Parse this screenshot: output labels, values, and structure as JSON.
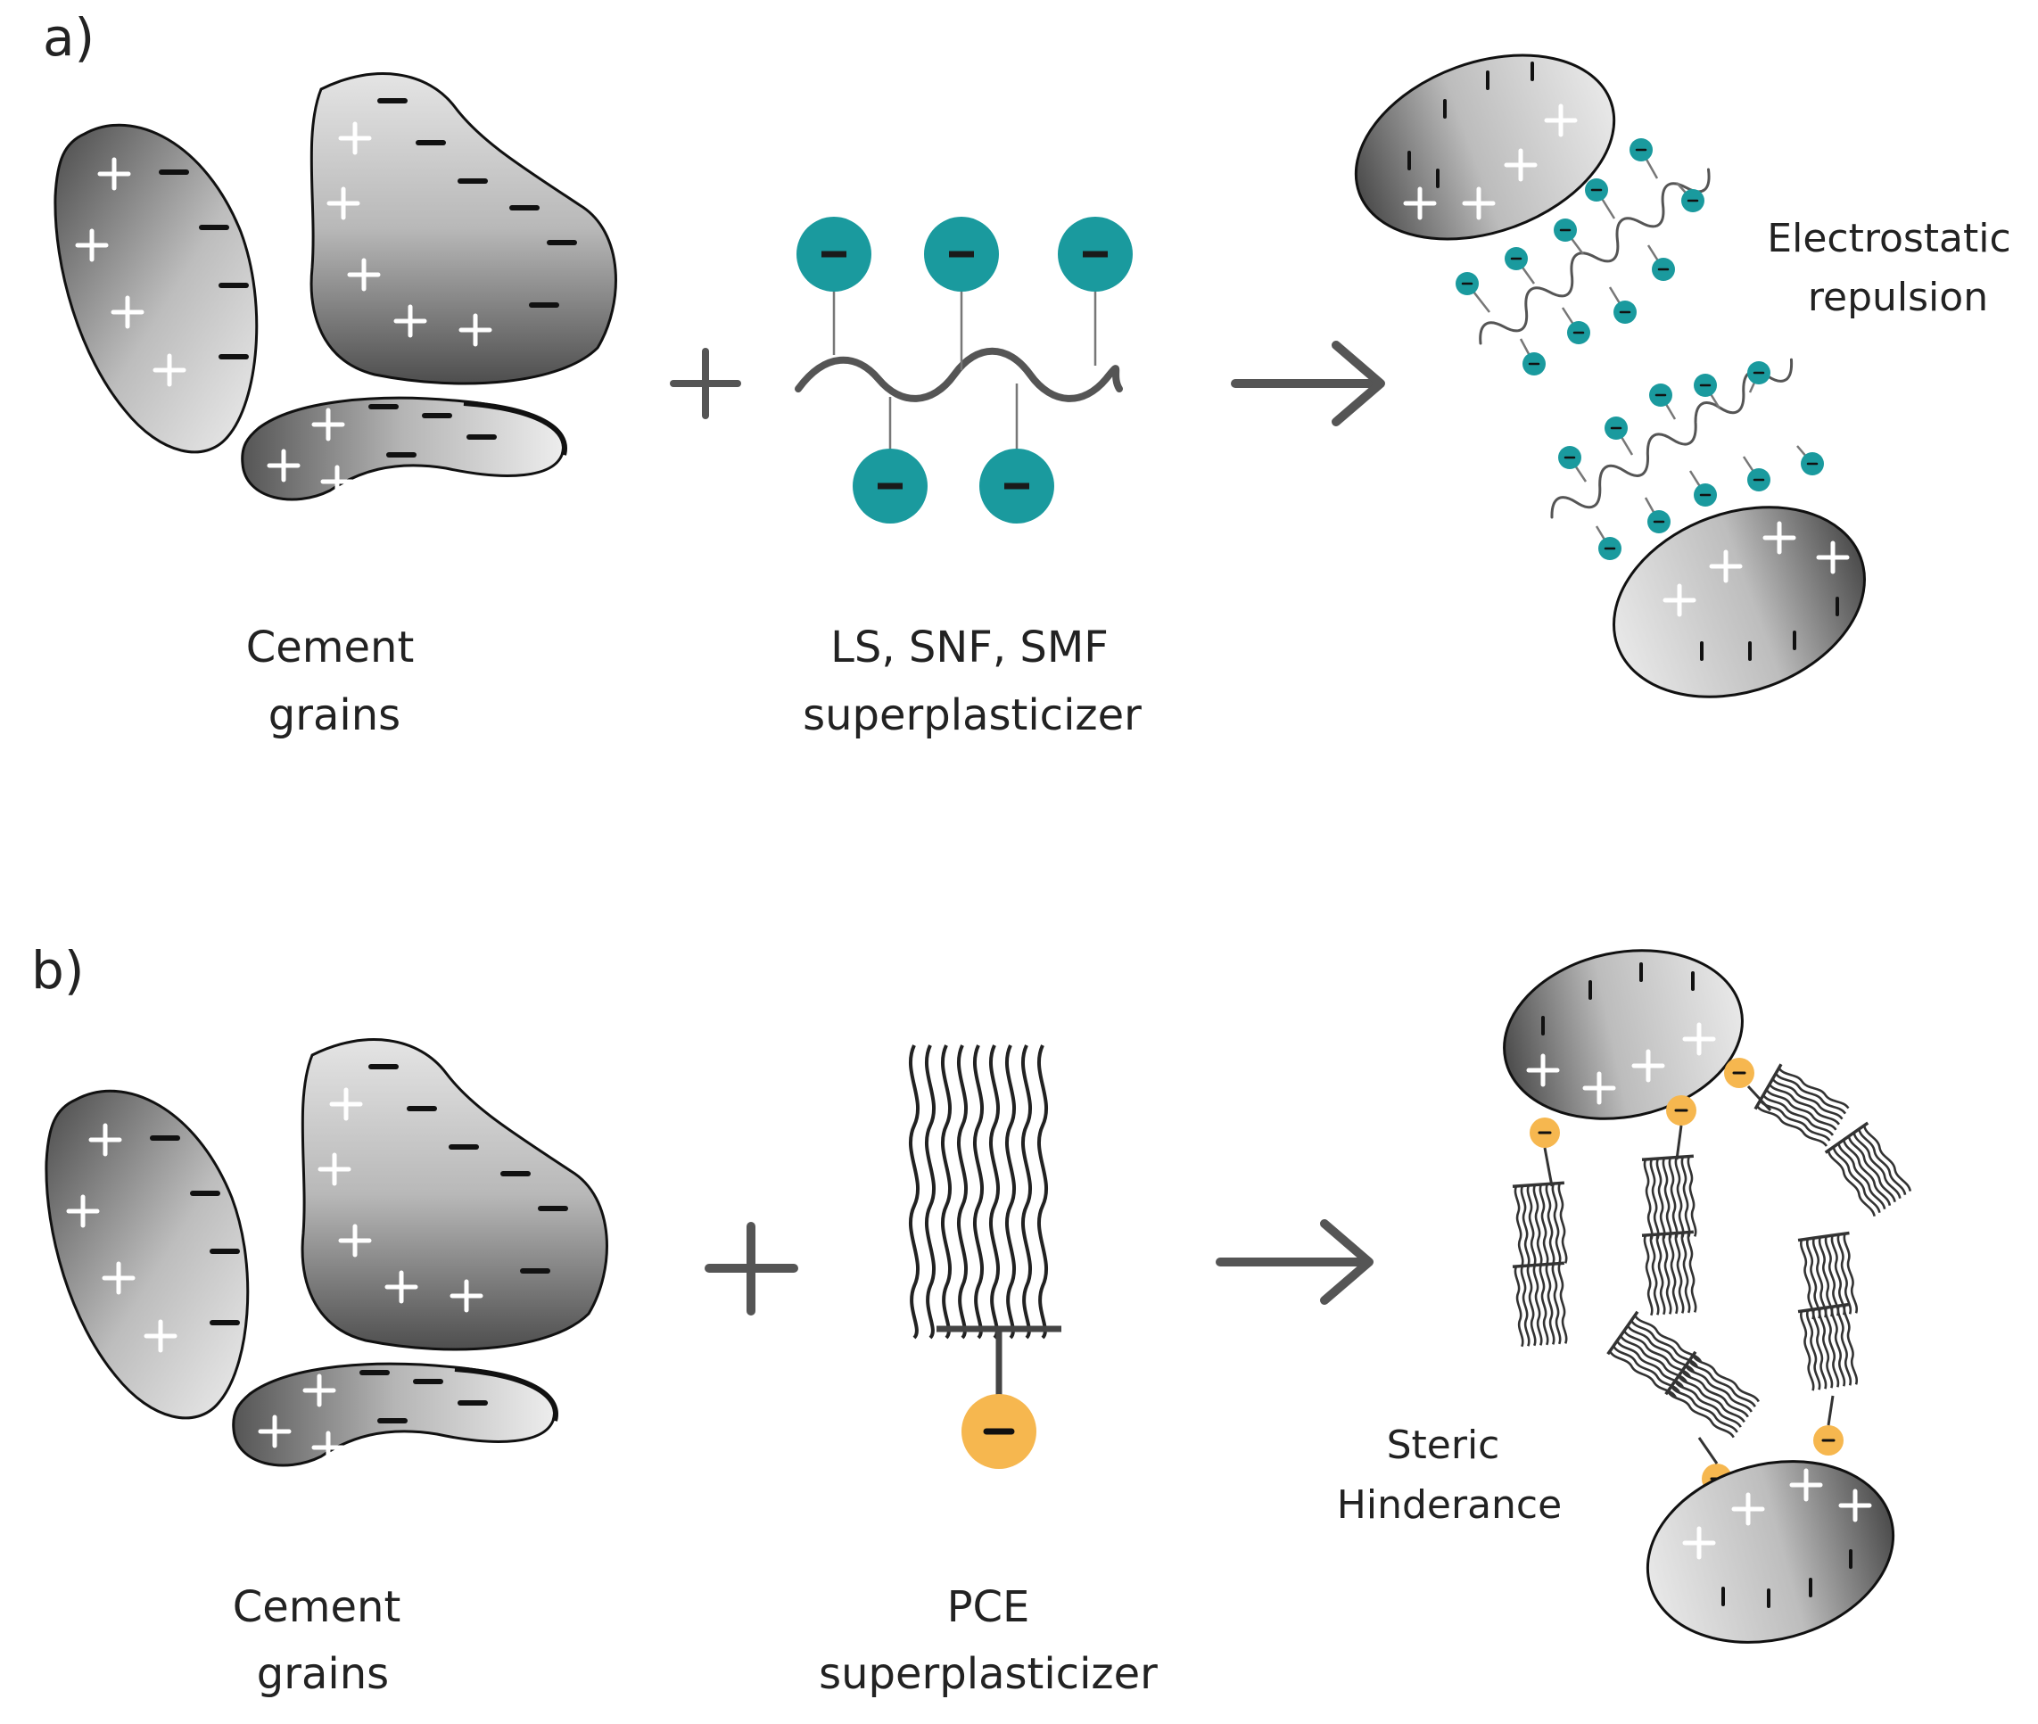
{
  "panels": {
    "a": {
      "label": "a)",
      "grains_line1": "Cement",
      "grains_line2": "grains",
      "sp_line1": "LS, SNF, SMF",
      "sp_line2": "superplasticizer",
      "result_line1": "Electrostatic",
      "result_line2": "repulsion"
    },
    "b": {
      "label": "b)",
      "grains_line1": "Cement",
      "grains_line2": "grains",
      "sp_line1": "PCE",
      "sp_line2": "superplasticizer",
      "result_line1": "Steric",
      "result_line2": "Hinderance"
    }
  },
  "colors": {
    "anionic_group_a": "#1a9a9e",
    "anionic_group_b": "#f6b74f",
    "grain_dark": "#5a5a5a",
    "grain_light": "#e6e6e6",
    "backbone": "#555555"
  },
  "icons": {
    "combine": "plus-sign",
    "result": "right-arrow",
    "charge_positive": "plus",
    "charge_negative": "minus"
  }
}
